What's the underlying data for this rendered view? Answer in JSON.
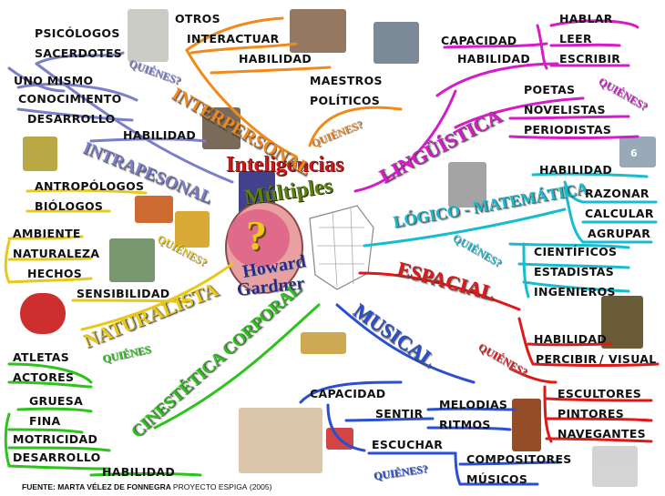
{
  "center": {
    "title_line1": "Inteligencias",
    "title_line2": "Múltiples",
    "author_line1": "Howard",
    "author_line2": "Gardner",
    "question_mark": "?"
  },
  "question_label": "QUIÉNES?",
  "question_label_alt": "QUIÉNES",
  "branches": {
    "interpersonal": {
      "title": "INTERPERSONAL",
      "color": "#f08a1c",
      "items": [
        "OTROS",
        "INTERACTUAR",
        "HABILIDAD",
        "MAESTROS",
        "POLÍTICOS"
      ]
    },
    "intrapersonal": {
      "title": "INTRAPESONAL",
      "color": "#7a7fc9",
      "items": [
        "PSICÓLOGOS",
        "SACERDOTES",
        "UNO MISMO",
        "CONOCIMIENTO",
        "DESARROLLO",
        "HABILIDAD"
      ]
    },
    "linguistica": {
      "title": "LINGÜÍSTICA",
      "color": "#d41cc8",
      "items": [
        "CAPACIDAD",
        "HABILIDAD",
        "HABLAR",
        "LEER",
        "ESCRIBIR",
        "POETAS",
        "NOVELISTAS",
        "PERIODISTAS"
      ]
    },
    "logico": {
      "title": "LÓGICO - MATEMÁTICA",
      "color": "#18bcd0",
      "items": [
        "HABILIDAD",
        "RAZONAR",
        "CALCULAR",
        "AGRUPAR",
        "CIENTÍFICOS",
        "ESTADISTAS",
        "INGENIEROS"
      ]
    },
    "espacial": {
      "title": "ESPACIAL",
      "color": "#e01818",
      "items": [
        "HABILIDAD",
        "PERCIBIR",
        "VISUAL",
        "ESCULTORES",
        "PINTORES",
        "NAVEGANTES"
      ]
    },
    "musical": {
      "title": "MUSICAL",
      "color": "#2a4fd0",
      "items": [
        "CAPACIDAD",
        "SENTIR",
        "MELODIAS",
        "RITMOS",
        "ESCUCHAR",
        "COMPOSITORES",
        "MÚSICOS"
      ]
    },
    "cinestetica": {
      "title": "CINESTÉTICA CORPORAL",
      "color": "#2ec21c",
      "items": [
        "ATLETAS",
        "ACTORES",
        "GRUESA",
        "FINA",
        "MOTRICIDAD",
        "DESARROLLO",
        "HABILIDAD"
      ]
    },
    "naturalista": {
      "title": "NATURALISTA",
      "color": "#e8c81a",
      "items": [
        "ANTROPÓLOGOS",
        "BIÓLOGOS",
        "AMBIENTE",
        "NATURALEZA",
        "HECHOS",
        "SENSIBILIDAD"
      ]
    }
  },
  "footer": {
    "source": "FUENTE: MARTA VÉLEZ DE FONNEGRA",
    "project": "PROYECTO ESPIGA",
    "year": "(2005)"
  },
  "badge": "6",
  "colors": {
    "background": "#ffffff",
    "title_red": "#c81818",
    "title_olive": "#5f7f10",
    "author_blue": "#2a2a8a"
  }
}
